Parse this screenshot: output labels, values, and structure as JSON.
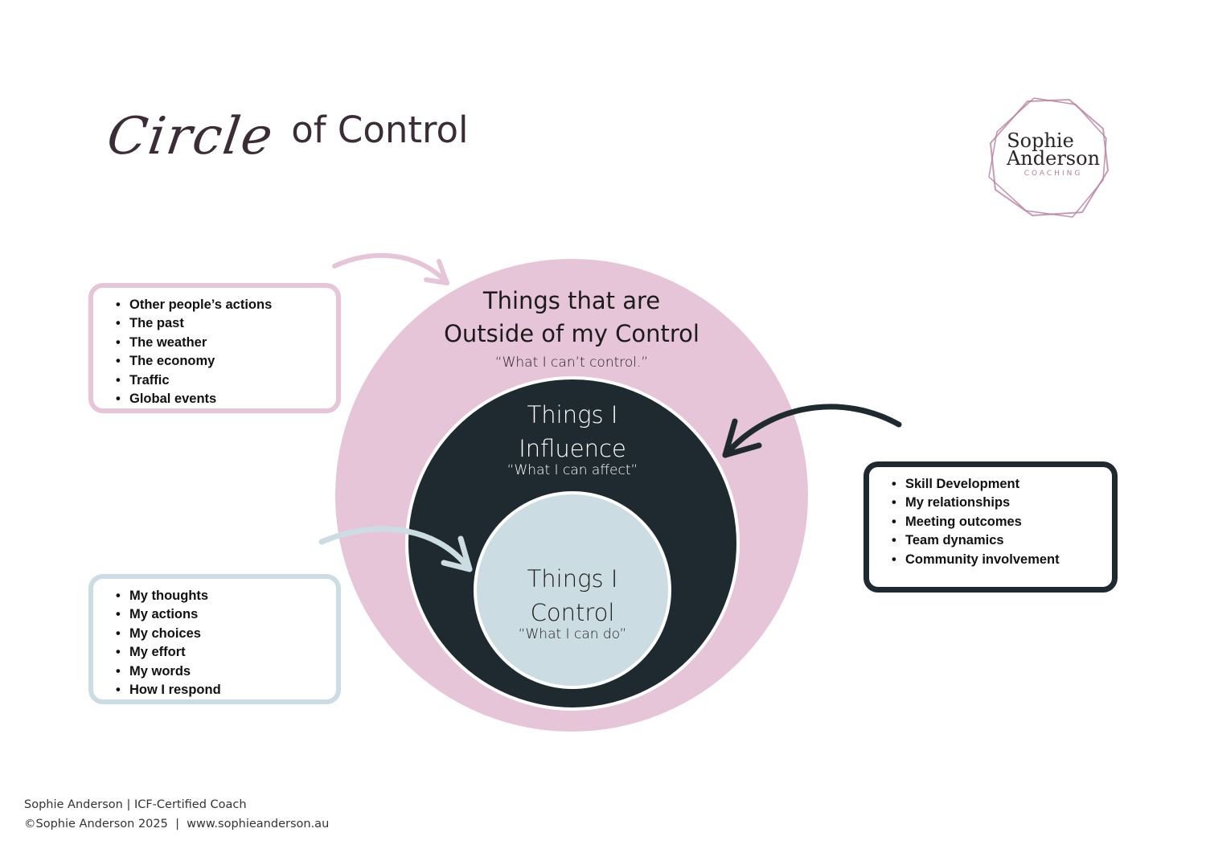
{
  "title": {
    "script_word": "Circle",
    "rest": "of Control"
  },
  "logo": {
    "line1": "Sophie",
    "line2": "Anderson",
    "line3": "COACHING"
  },
  "colors": {
    "outer_circle": "#e6c5d9",
    "middle_circle": "#1f2a30",
    "inner_circle": "#ccdce3",
    "title_text": "#3b2d36",
    "logo_accent": "#b6809f"
  },
  "circles": {
    "outer": {
      "heading_line1": "Things that are",
      "heading_line2": "Outside of my Control",
      "quote": "“What I can’t control.”"
    },
    "middle": {
      "heading_line1": "Things I",
      "heading_line2": "Influence",
      "quote": "“What I can affect”"
    },
    "inner": {
      "heading_line1": "Things I",
      "heading_line2": "Control",
      "quote": "“What I can do”"
    }
  },
  "boxes": {
    "outside_control": {
      "items": [
        "Other people’s actions",
        "The past",
        "The weather",
        "The economy",
        "Traffic",
        "Global events"
      ]
    },
    "influence": {
      "items": [
        "Skill Development",
        "My relationships",
        "Meeting outcomes",
        "Team dynamics",
        "Community involvement"
      ]
    },
    "control": {
      "items": [
        "My thoughts",
        "My actions",
        "My choices",
        "My effort",
        "My words",
        "How I respond"
      ]
    }
  },
  "footer": {
    "line1": "Sophie Anderson | ICF-Certified Coach",
    "line2": "©Sophie Anderson 2025  |  www.sophieanderson.au"
  }
}
